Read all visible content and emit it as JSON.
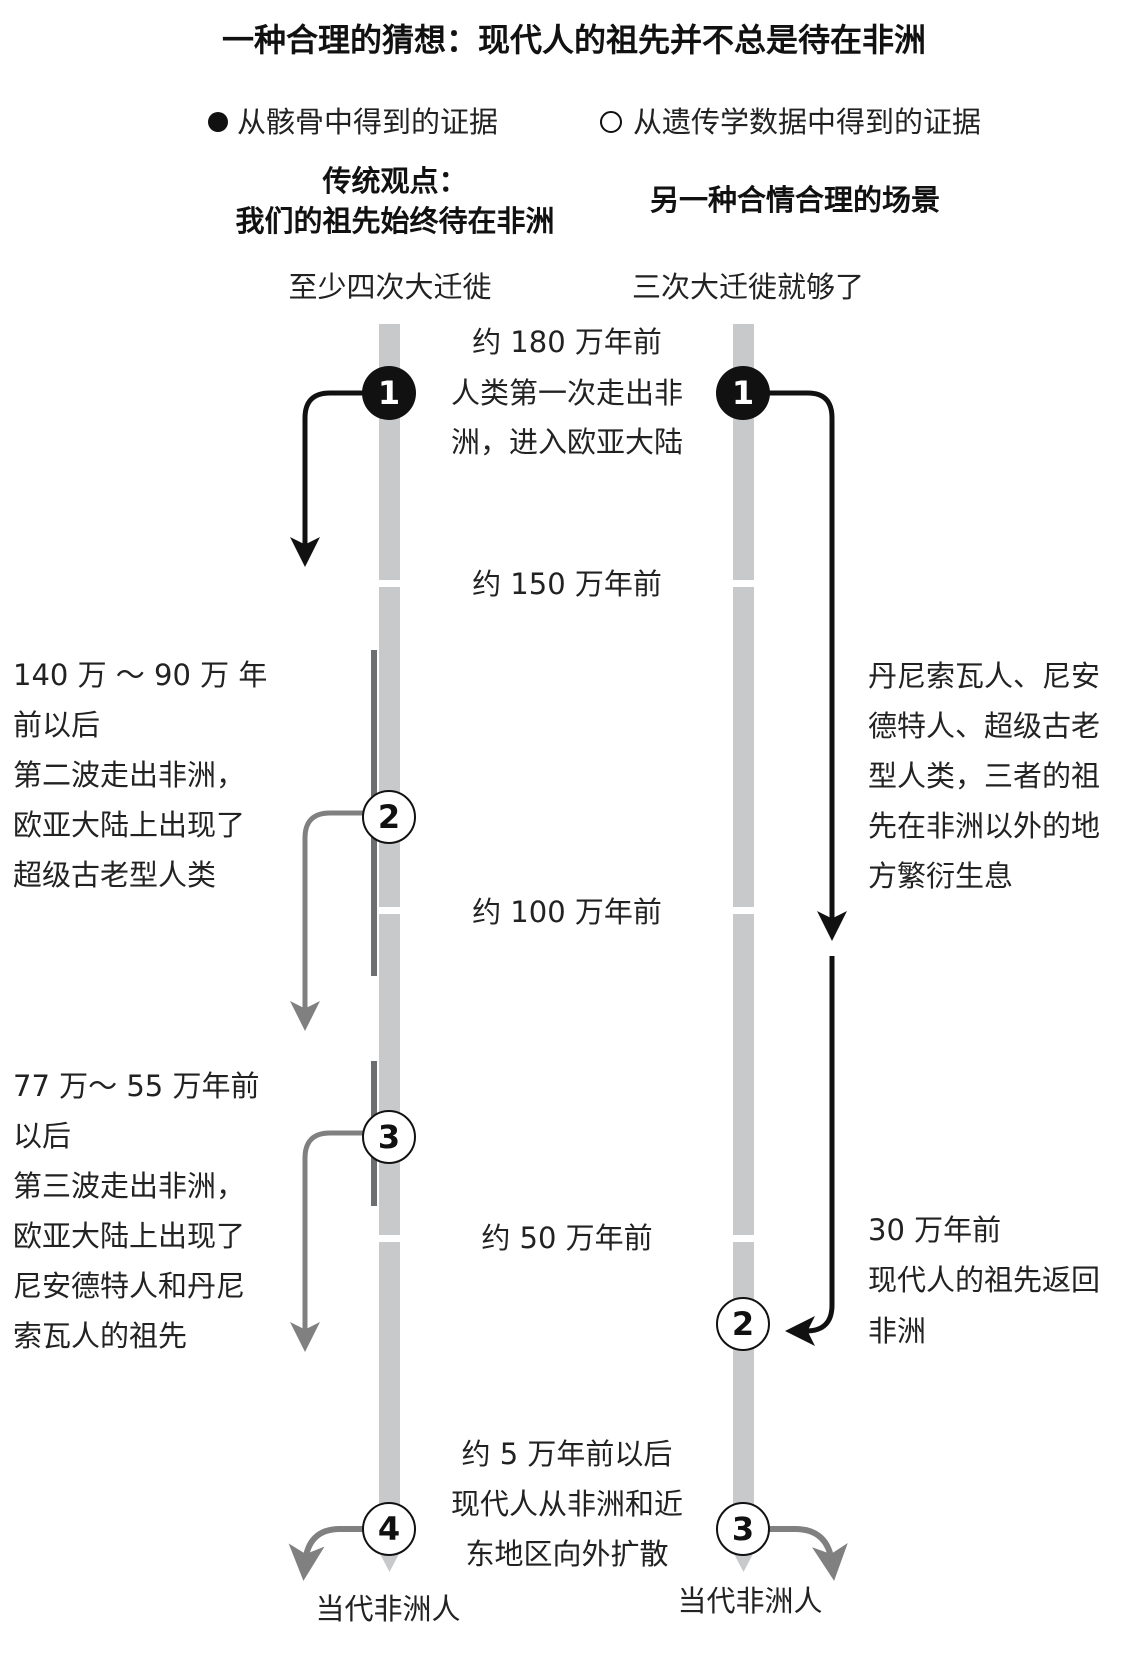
{
  "title": "一种合理的猜想：现代人的祖先并不总是待在非洲",
  "legend": {
    "filled": "从骸骨中得到的证据",
    "hollow": "从遗传学数据中得到的证据"
  },
  "left": {
    "heading1": "传统观点：",
    "heading2": "我们的祖先始终待在非洲",
    "subheading": "至少四次大迁徙",
    "wave2": [
      "140 万 ～ 90 万 年",
      "前以后",
      "第二波走出非洲，",
      "欧亚大陆上出现了",
      "超级古老型人类"
    ],
    "wave3": [
      "77 万～ 55 万年前",
      "以后",
      "第三波走出非洲，",
      "欧亚大陆上出现了",
      "尼安德特人和丹尼",
      "索瓦人的祖先"
    ],
    "bottom": "当代非洲人",
    "nodes": [
      "1",
      "2",
      "3",
      "4"
    ]
  },
  "right": {
    "heading": "另一种合情合理的场景",
    "subheading": "三次大迁徙就够了",
    "middle": [
      "丹尼索瓦人、尼安",
      "德特人、超级古老",
      "型人类，三者的祖",
      "先在非洲以外的地",
      "方繁衍生息"
    ],
    "return": [
      "30 万年前",
      "现代人的祖先返回",
      "非洲"
    ],
    "bottom": "当代非洲人",
    "nodes": [
      "1",
      "2",
      "3"
    ]
  },
  "center": {
    "t180": "约 180 万年前",
    "first": [
      "人类第一次走出非",
      "洲，进入欧亚大陆"
    ],
    "t150": "约 150 万年前",
    "t100": "约 100 万年前",
    "t50": "约 50 万年前",
    "t5": [
      "约 5 万年前以后",
      "现代人从非洲和近",
      "东地区向外扩散"
    ]
  },
  "colors": {
    "bar": "#c8c9cb",
    "evidence_bar": "#6d6e70",
    "gray_arrow": "#808080",
    "black": "#111111"
  }
}
